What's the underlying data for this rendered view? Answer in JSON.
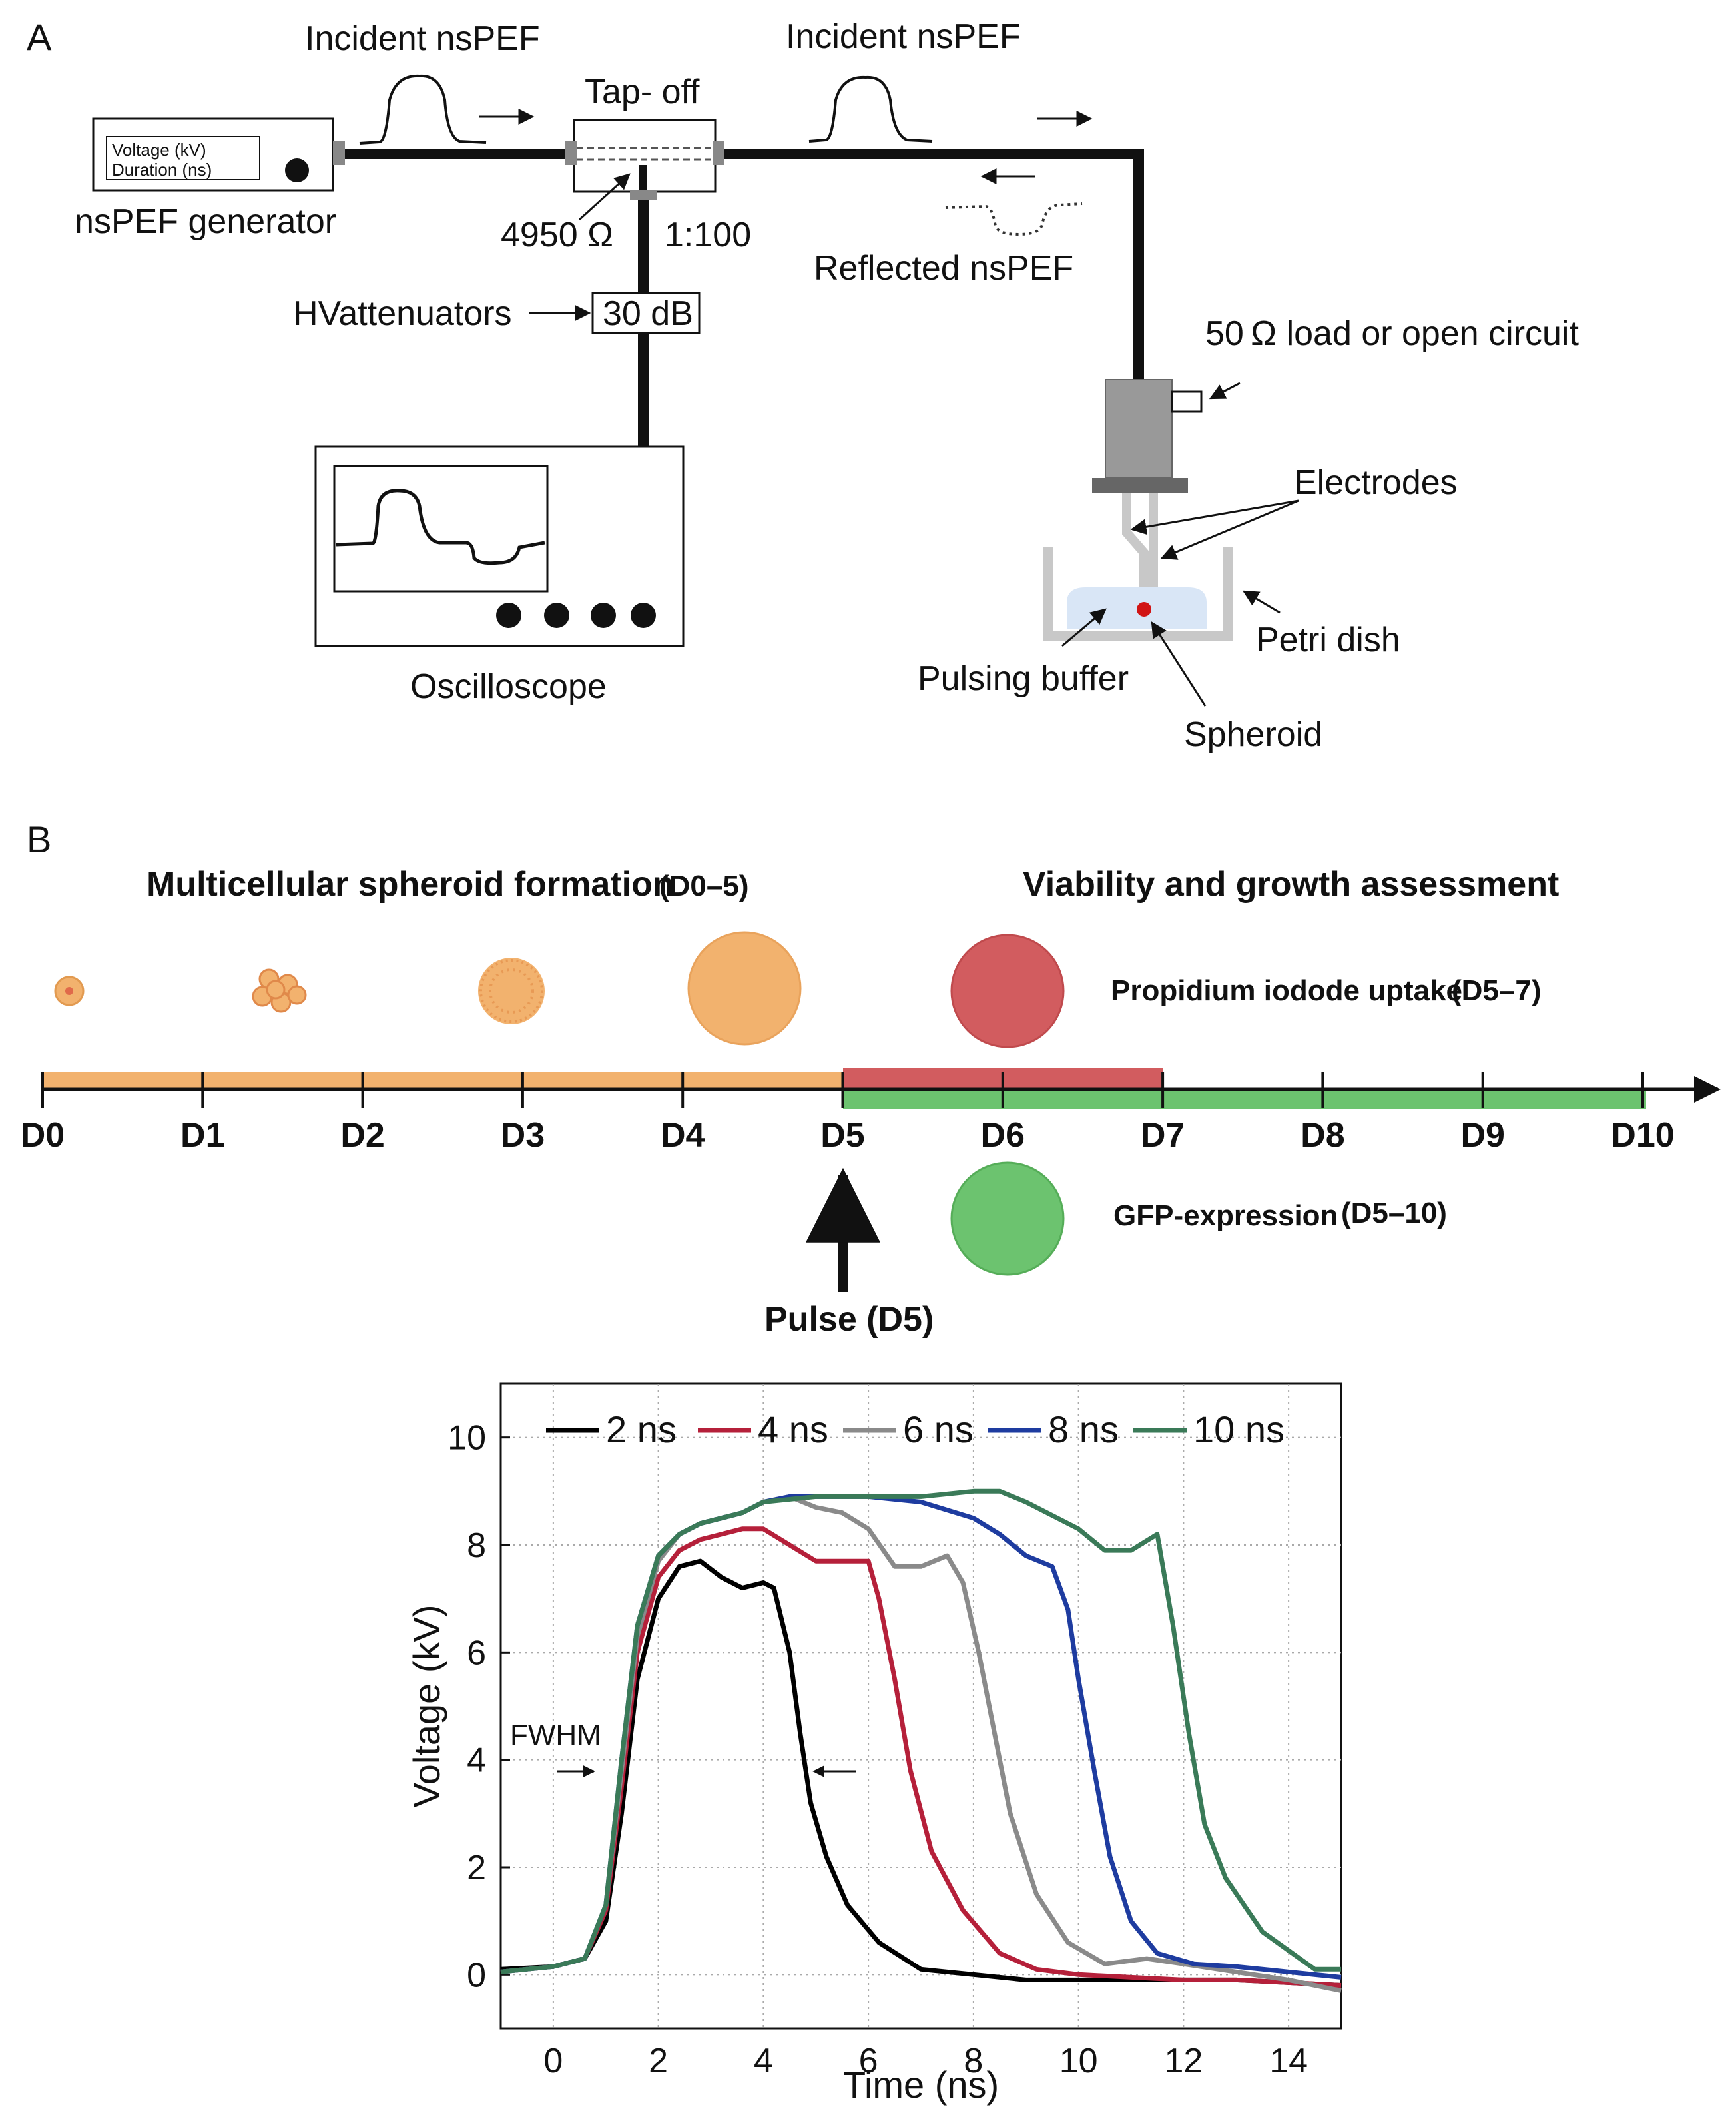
{
  "panelA": {
    "label": "A",
    "incident_left": "Incident nsPEF",
    "incident_right": "Incident nsPEF",
    "tapoff": "Tap- off",
    "generator": {
      "line1": "Voltage (kV)",
      "line2": "Duration (ns)",
      "label": "nsPEF generator"
    },
    "ohm": "4950 Ω",
    "ratio": "1:100",
    "reflected": "Reflected nsPEF",
    "hv_attenuators": "HVattenuators",
    "attenuator_value": "30 dB",
    "oscilloscope": "Oscilloscope",
    "load": "50 Ω  load or open circuit",
    "electrodes": "Electrodes",
    "petri_dish": "Petri dish",
    "pulsing_buffer": "Pulsing buffer",
    "spheroid": "Spheroid"
  },
  "panelB": {
    "label": "B",
    "formation_title": "Multicellular spheroid formation",
    "formation_range": "(D0–5)",
    "assessment_title": "Viability and growth assessment",
    "pi_label": "Propidium iodode uptake",
    "pi_range": "(D5–7)",
    "gfp_label": "GFP-expression",
    "gfp_range": "(D5–10)",
    "pulse_label": "Pulse (D5)",
    "days": [
      "D0",
      "D1",
      "D2",
      "D3",
      "D4",
      "D5",
      "D6",
      "D7",
      "D8",
      "D9",
      "D10"
    ],
    "colors": {
      "formation": "#f2b26e",
      "pi": "#d25c5f",
      "gfp": "#6cc36f"
    }
  },
  "chart_data": {
    "type": "line",
    "title": "",
    "xlabel": "Time (ns)",
    "ylabel": "Voltage (kV)",
    "xlim": [
      -1,
      15
    ],
    "ylim": [
      -1,
      11
    ],
    "xticks": [
      0,
      2,
      4,
      6,
      8,
      10,
      12,
      14
    ],
    "yticks": [
      0,
      2,
      4,
      6,
      8,
      10
    ],
    "grid": true,
    "legend_position": "top",
    "annotation": "FWHM",
    "series": [
      {
        "name": "2 ns",
        "color": "#000000",
        "x": [
          -1,
          0,
          0.6,
          1.0,
          1.3,
          1.6,
          2.0,
          2.4,
          2.8,
          3.2,
          3.6,
          4.0,
          4.2,
          4.5,
          4.7,
          4.9,
          5.2,
          5.6,
          6.2,
          7,
          8,
          9,
          10,
          11,
          12,
          13,
          14,
          15
        ],
        "y": [
          0.1,
          0.15,
          0.3,
          1.0,
          3.0,
          5.5,
          7.0,
          7.6,
          7.7,
          7.4,
          7.2,
          7.3,
          7.2,
          6.0,
          4.5,
          3.2,
          2.2,
          1.3,
          0.6,
          0.1,
          0,
          -0.1,
          -0.1,
          -0.1,
          -0.1,
          -0.1,
          -0.15,
          -0.2
        ]
      },
      {
        "name": "4 ns",
        "color": "#b5203a",
        "x": [
          -1,
          0,
          0.6,
          1.0,
          1.3,
          1.6,
          2.0,
          2.4,
          2.8,
          3.2,
          3.6,
          4.0,
          4.5,
          5.0,
          5.5,
          6.0,
          6.2,
          6.5,
          6.8,
          7.2,
          7.8,
          8.5,
          9.2,
          10,
          11,
          12,
          13,
          14,
          15
        ],
        "y": [
          0.05,
          0.15,
          0.3,
          1.2,
          3.5,
          6.0,
          7.4,
          7.9,
          8.1,
          8.2,
          8.3,
          8.3,
          8.0,
          7.7,
          7.7,
          7.7,
          7.0,
          5.5,
          3.8,
          2.3,
          1.2,
          0.4,
          0.1,
          0,
          -0.05,
          -0.1,
          -0.1,
          -0.15,
          -0.2
        ]
      },
      {
        "name": "6 ns",
        "color": "#8a8a8a",
        "x": [
          -1,
          0,
          0.6,
          1.0,
          1.3,
          1.6,
          2.0,
          2.4,
          2.8,
          3.2,
          3.6,
          4.0,
          4.5,
          5.0,
          5.5,
          6.0,
          6.5,
          7.0,
          7.5,
          7.8,
          8.1,
          8.4,
          8.7,
          9.2,
          9.8,
          10.5,
          11.3,
          12,
          13,
          14,
          15
        ],
        "y": [
          0.05,
          0.15,
          0.3,
          1.3,
          3.8,
          6.3,
          7.7,
          8.2,
          8.4,
          8.5,
          8.6,
          8.8,
          8.9,
          8.7,
          8.6,
          8.3,
          7.6,
          7.6,
          7.8,
          7.3,
          6.0,
          4.5,
          3.0,
          1.5,
          0.6,
          0.2,
          0.3,
          0.2,
          0.05,
          -0.1,
          -0.3
        ]
      },
      {
        "name": "8 ns",
        "color": "#1e3ca0",
        "x": [
          -1,
          0,
          0.6,
          1.0,
          1.3,
          1.6,
          2.0,
          2.4,
          2.8,
          3.2,
          3.6,
          4.0,
          4.5,
          5.0,
          6.0,
          7.0,
          8.0,
          8.5,
          9.0,
          9.5,
          9.8,
          10.0,
          10.3,
          10.6,
          11.0,
          11.5,
          12.2,
          13,
          14,
          15
        ],
        "y": [
          0.05,
          0.15,
          0.3,
          1.3,
          4.0,
          6.5,
          7.8,
          8.2,
          8.4,
          8.5,
          8.6,
          8.8,
          8.9,
          8.9,
          8.9,
          8.8,
          8.5,
          8.2,
          7.8,
          7.6,
          6.8,
          5.5,
          3.8,
          2.2,
          1.0,
          0.4,
          0.2,
          0.15,
          0.05,
          -0.05
        ]
      },
      {
        "name": "10 ns",
        "color": "#3a7a58",
        "x": [
          -1,
          0,
          0.6,
          1.0,
          1.3,
          1.6,
          2.0,
          2.4,
          2.8,
          3.2,
          3.6,
          4.0,
          5.0,
          6.0,
          7.0,
          8.0,
          8.5,
          9.0,
          10.0,
          10.5,
          11.0,
          11.5,
          11.8,
          12.1,
          12.4,
          12.8,
          13.5,
          14.5,
          15
        ],
        "y": [
          0.05,
          0.15,
          0.3,
          1.3,
          4.0,
          6.5,
          7.8,
          8.2,
          8.4,
          8.5,
          8.6,
          8.8,
          8.9,
          8.9,
          8.9,
          9.0,
          9.0,
          8.8,
          8.3,
          7.9,
          7.9,
          8.2,
          6.5,
          4.5,
          2.8,
          1.8,
          0.8,
          0.1,
          0.1
        ]
      }
    ]
  }
}
